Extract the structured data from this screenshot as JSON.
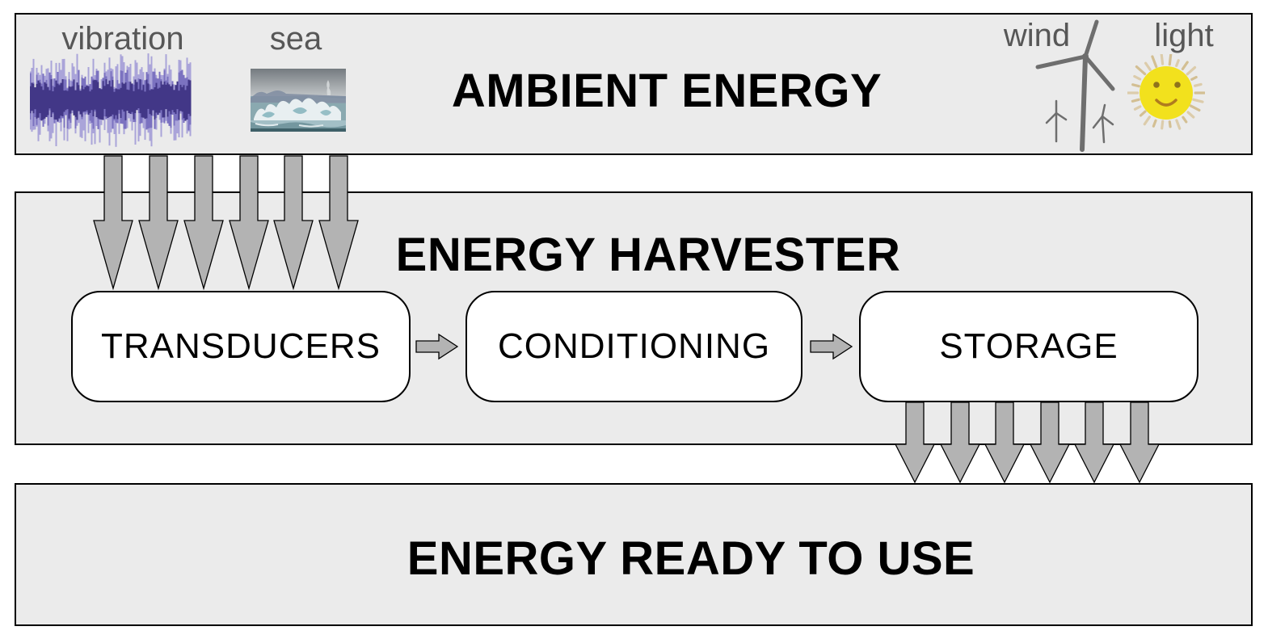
{
  "diagram": {
    "ambient_band": {
      "title": "AMBIENT ENERGY"
    },
    "harvester_band": {
      "title": "ENERGY HARVESTER"
    },
    "output_band": {
      "title": "ENERGY READY TO USE"
    },
    "sources": [
      {
        "label": "vibration",
        "icon": "vibration-waveform-icon"
      },
      {
        "label": "sea",
        "icon": "sea-waves-photo"
      },
      {
        "label": "wind",
        "icon": "wind-turbines-icon"
      },
      {
        "label": "light",
        "icon": "smiling-sun-icon"
      }
    ],
    "blocks": [
      {
        "label": "TRANSDUCERS"
      },
      {
        "label": "CONDITIONING"
      },
      {
        "label": "STORAGE"
      }
    ],
    "flows": [
      {
        "from": "ambient-energy-band",
        "to": "transducers-block",
        "style": "six-down-arrows"
      },
      {
        "from": "transducers-block",
        "to": "conditioning-block",
        "style": "right-arrow"
      },
      {
        "from": "conditioning-block",
        "to": "storage-block",
        "style": "right-arrow"
      },
      {
        "from": "storage-block",
        "to": "energy-ready-band",
        "style": "six-down-arrows"
      }
    ],
    "colors": {
      "band_background": "#ebebeb",
      "band_border": "#000000",
      "block_background": "#ffffff",
      "block_border": "#000000",
      "arrow_fill": "#b3b3b3",
      "arrow_outline": "#000000",
      "title_text": "#000000",
      "source_label_text": "#575757",
      "waveform_dark_purple": "#423787",
      "waveform_light_purple": "#aaa4d9",
      "turbine_gray": "#6e6e6e",
      "sun_yellow": "#f2e11d",
      "sun_ray_beige": "#d9c7a0"
    }
  }
}
